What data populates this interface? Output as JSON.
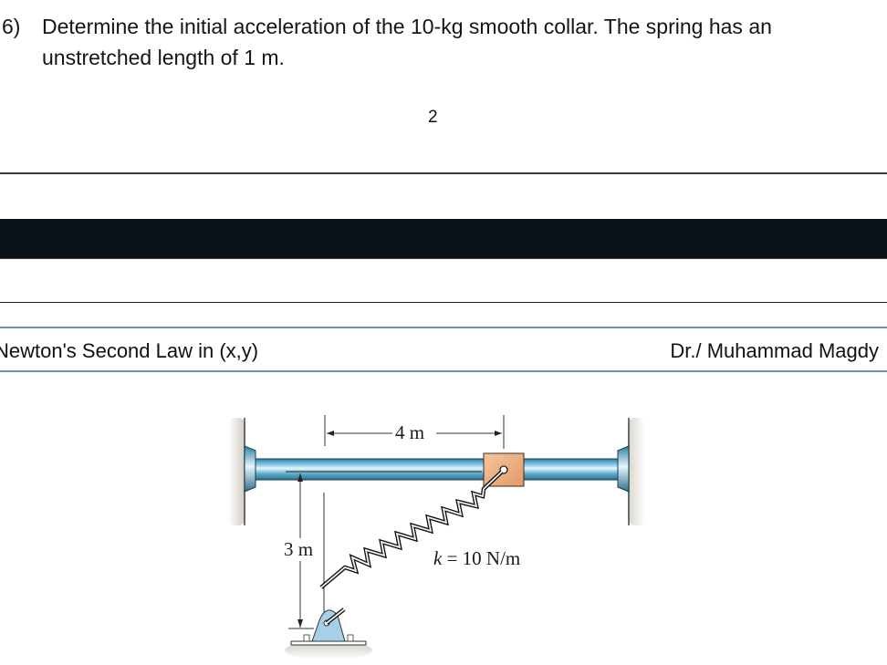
{
  "problem": {
    "number": "6)",
    "text": "Determine the initial acceleration of the 10-kg smooth collar. The spring has an unstretched length of 1 m."
  },
  "page": {
    "number": "2"
  },
  "header": {
    "title": "Newton's Second Law in (x,y)",
    "author": "Dr./ Muhammad Magdy"
  },
  "figure": {
    "horizontal_dimension": "4 m",
    "vertical_dimension": "3 m",
    "spring_label_var": "k",
    "spring_label_value": " = 10 N/m",
    "colors": {
      "rod": "#4fa6c8",
      "rod_highlight": "#d6eef7",
      "collar": "#f0b183",
      "support": "#9ccbe3",
      "wall": "#d8d4cc",
      "header_rule": "#6f8ec4",
      "black_band": "#0b121a"
    }
  }
}
